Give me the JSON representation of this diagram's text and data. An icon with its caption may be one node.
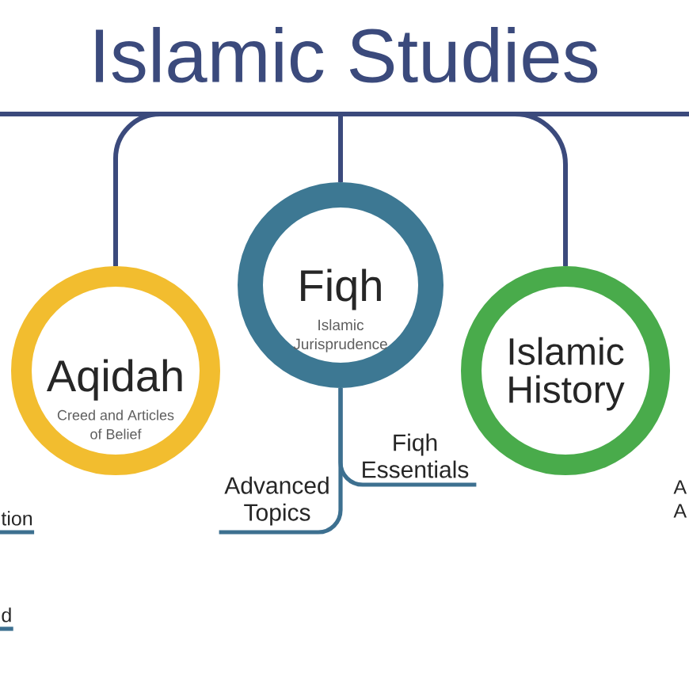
{
  "diagram": {
    "nodes": [
      {
        "text": [
          "Islamic Studies"
        ]
      },
      {
        "text": [
          "Aqidah",
          "Creed and Articles of Belief"
        ]
      },
      {
        "text": [
          "Fiqh",
          "Islamic Jurisprudence"
        ]
      },
      {
        "text": [
          "Islamic History"
        ]
      },
      {
        "text": [
          "Fiqh Essentials"
        ]
      },
      {
        "text": [
          "Advanced Topics"
        ]
      },
      {
        "text": [
          "tion"
        ]
      },
      {
        "text": [
          "d"
        ]
      }
    ],
    "edges": [
      {
        "from": 0,
        "to": 1,
        "arrow": "none"
      },
      {
        "from": 0,
        "to": 2,
        "arrow": "none"
      },
      {
        "from": 0,
        "to": 3,
        "arrow": "none"
      },
      {
        "from": 0,
        "to": null,
        "arrow": "none"
      },
      {
        "from": 0,
        "to": null,
        "arrow": "none"
      },
      {
        "from": 2,
        "to": 4,
        "arrow": "none",
        "color": "#3d7090"
      },
      {
        "from": 2,
        "to": 5,
        "arrow": "none",
        "color": "#3d7090"
      },
      {
        "from": null,
        "to": 6,
        "arrow": "none",
        "color": "#3d7090"
      },
      {
        "from": null,
        "to": 7,
        "arrow": "none",
        "color": "#3d7090"
      }
    ],
    "labels": [
      "A A"
    ]
  }
}
